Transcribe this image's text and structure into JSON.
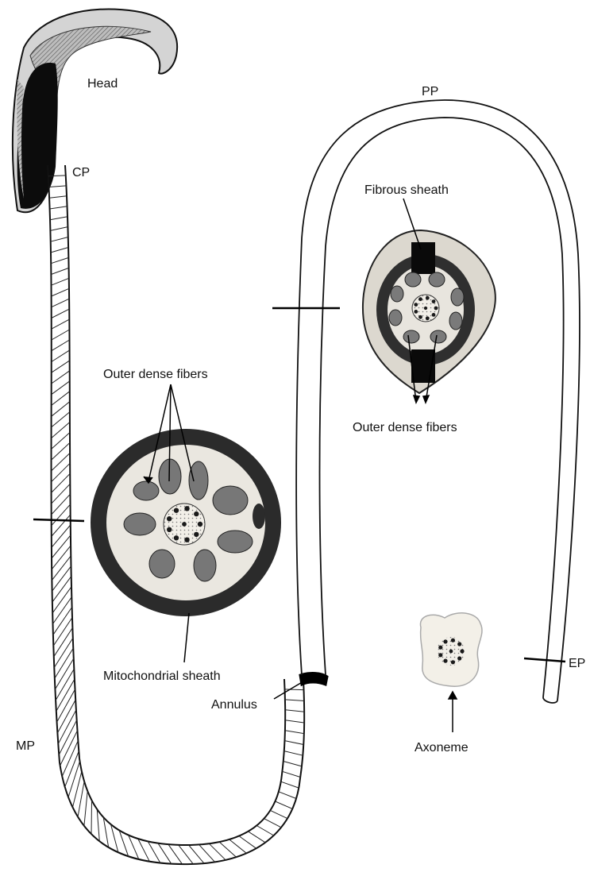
{
  "labels": {
    "head": "Head",
    "cp": "CP",
    "pp": "PP",
    "fibrous_sheath": "Fibrous sheath",
    "outer_dense_fibers_mp": "Outer dense fibers",
    "outer_dense_fibers_pp": "Outer dense fibers",
    "mitochondrial_sheath": "Mitochondrial sheath",
    "annulus": "Annulus",
    "mp": "MP",
    "ep": "EP",
    "axoneme": "Axoneme"
  },
  "colors": {
    "ink": "#111111",
    "head_gray": "#c8c8c8",
    "fiber_gray": "#7a7a7a",
    "section_bg": "#e9e6e0"
  }
}
